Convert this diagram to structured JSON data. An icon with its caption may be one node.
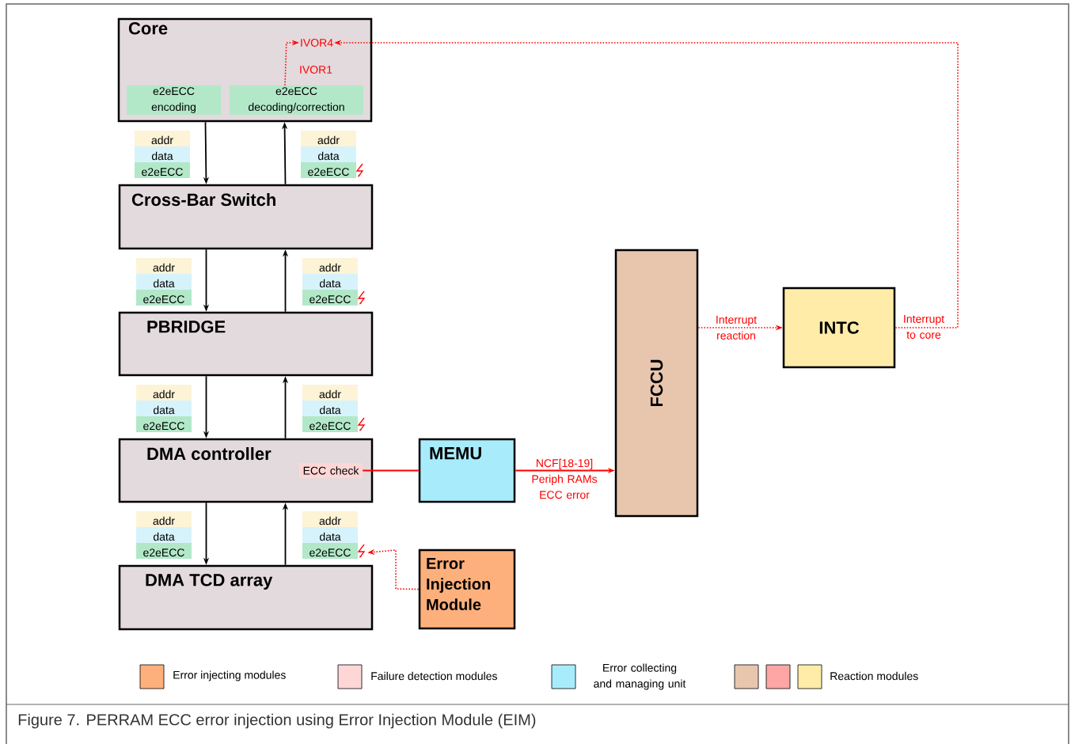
{
  "diagram": {
    "caption": "Figure 7.  PERRAM ECC error injection using Error Injection Module (EIM)",
    "nodes": [
      {
        "text": [
          "Core"
        ]
      },
      {
        "text": [
          "e2eECC encoding"
        ],
        "in": 0
      },
      {
        "text": [
          "e2eECC decoding/correction"
        ],
        "in": 0
      },
      {
        "text": [
          "IVOR4"
        ],
        "in": 0
      },
      {
        "text": [
          "Cross-Bar Switch"
        ]
      },
      {
        "text": [
          "PBRIDGE"
        ]
      },
      {
        "text": [
          "DMA controller"
        ]
      },
      {
        "text": [
          "ECC check"
        ],
        "in": 6
      },
      {
        "text": [
          "DMA TCD array"
        ]
      },
      {
        "text": [
          "MEMU"
        ]
      },
      {
        "text": [
          "Error Injection Module"
        ]
      },
      {
        "text": [
          "FCCU"
        ]
      },
      {
        "text": [
          "INTC"
        ]
      },
      {
        "text": [
          "addr",
          "data",
          "e2eECC"
        ]
      },
      {
        "text": [
          "addr",
          "data",
          "e2eECC"
        ]
      },
      {
        "text": [
          "addr",
          "data",
          "e2eECC"
        ]
      },
      {
        "text": [
          "addr",
          "data",
          "e2eECC"
        ]
      },
      {
        "text": [
          "addr",
          "data",
          "e2eECC"
        ]
      },
      {
        "text": [
          "addr",
          "data",
          "e2eECC"
        ]
      },
      {
        "text": [
          "addr",
          "data",
          "e2eECC"
        ]
      },
      {
        "text": [
          "addr",
          "data",
          "e2eECC"
        ]
      }
    ],
    "edges": [
      {
        "from": 0,
        "to": 4,
        "arrow": "to"
      },
      {
        "from": 4,
        "to": 0,
        "arrow": "to"
      },
      {
        "from": 4,
        "to": 5,
        "arrow": "to"
      },
      {
        "from": 5,
        "to": 4,
        "arrow": "to"
      },
      {
        "from": 5,
        "to": 6,
        "arrow": "to"
      },
      {
        "from": 6,
        "to": 5,
        "arrow": "to"
      },
      {
        "from": 6,
        "to": 8,
        "arrow": "to"
      },
      {
        "from": 8,
        "to": 6,
        "arrow": "to"
      },
      {
        "from": 2,
        "to": 3,
        "arrow": "to",
        "label": "IVOR1",
        "style": "dashed",
        "color": "#ff0000"
      },
      {
        "from": 7,
        "to": 9,
        "arrow": "none",
        "color": "#ff0000"
      },
      {
        "from": 9,
        "to": 11,
        "arrow": "to",
        "label": "NCF[18-19] Periph RAMs ECC error",
        "color": "#ff0000"
      },
      {
        "from": 11,
        "to": 12,
        "arrow": "to",
        "label": "Interrupt reaction",
        "style": "dashed",
        "color": "#ff0000"
      },
      {
        "from": 12,
        "to": 3,
        "arrow": "to",
        "label": "Interrupt to core",
        "style": "dashed",
        "color": "#ff0000"
      },
      {
        "from": 10,
        "to": 20,
        "arrow": "to",
        "style": "dashed",
        "color": "#ff0000"
      }
    ],
    "legend": [
      {
        "text": "Error injecting modules",
        "color": "#fdb07c"
      },
      {
        "text": "Failure detection modules",
        "color": "#ffd6d6"
      },
      {
        "text": "Error collecting and managing unit",
        "color": "#a8ecfc"
      },
      {
        "text": "Reaction modules",
        "color": "#e8c6ae"
      }
    ]
  }
}
